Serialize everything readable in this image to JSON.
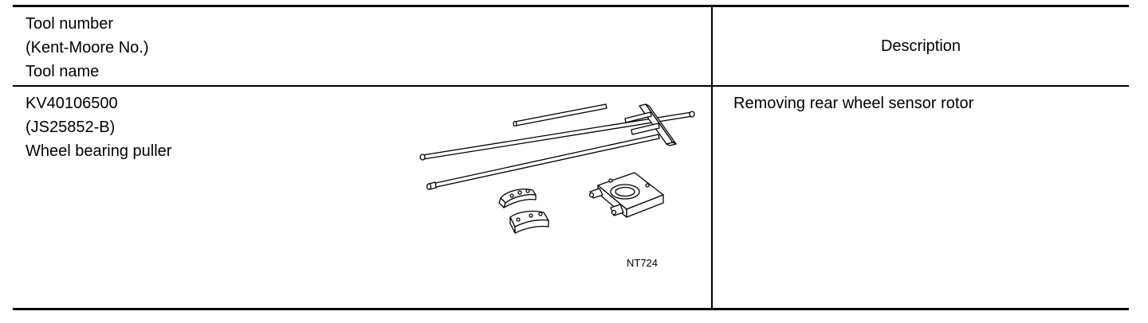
{
  "table": {
    "header": {
      "left_lines": [
        "Tool number",
        "(Kent-Moore No.)",
        "Tool name"
      ],
      "right": "Description"
    },
    "row": {
      "tool_number": "KV40106500",
      "kent_moore_no": "(JS25852-B)",
      "tool_name": "Wheel bearing puller",
      "figure_code": "NT724",
      "description": "Removing rear wheel sensor rotor"
    }
  },
  "icons": {
    "illustration": "wheel-bearing-puller-illustration"
  }
}
